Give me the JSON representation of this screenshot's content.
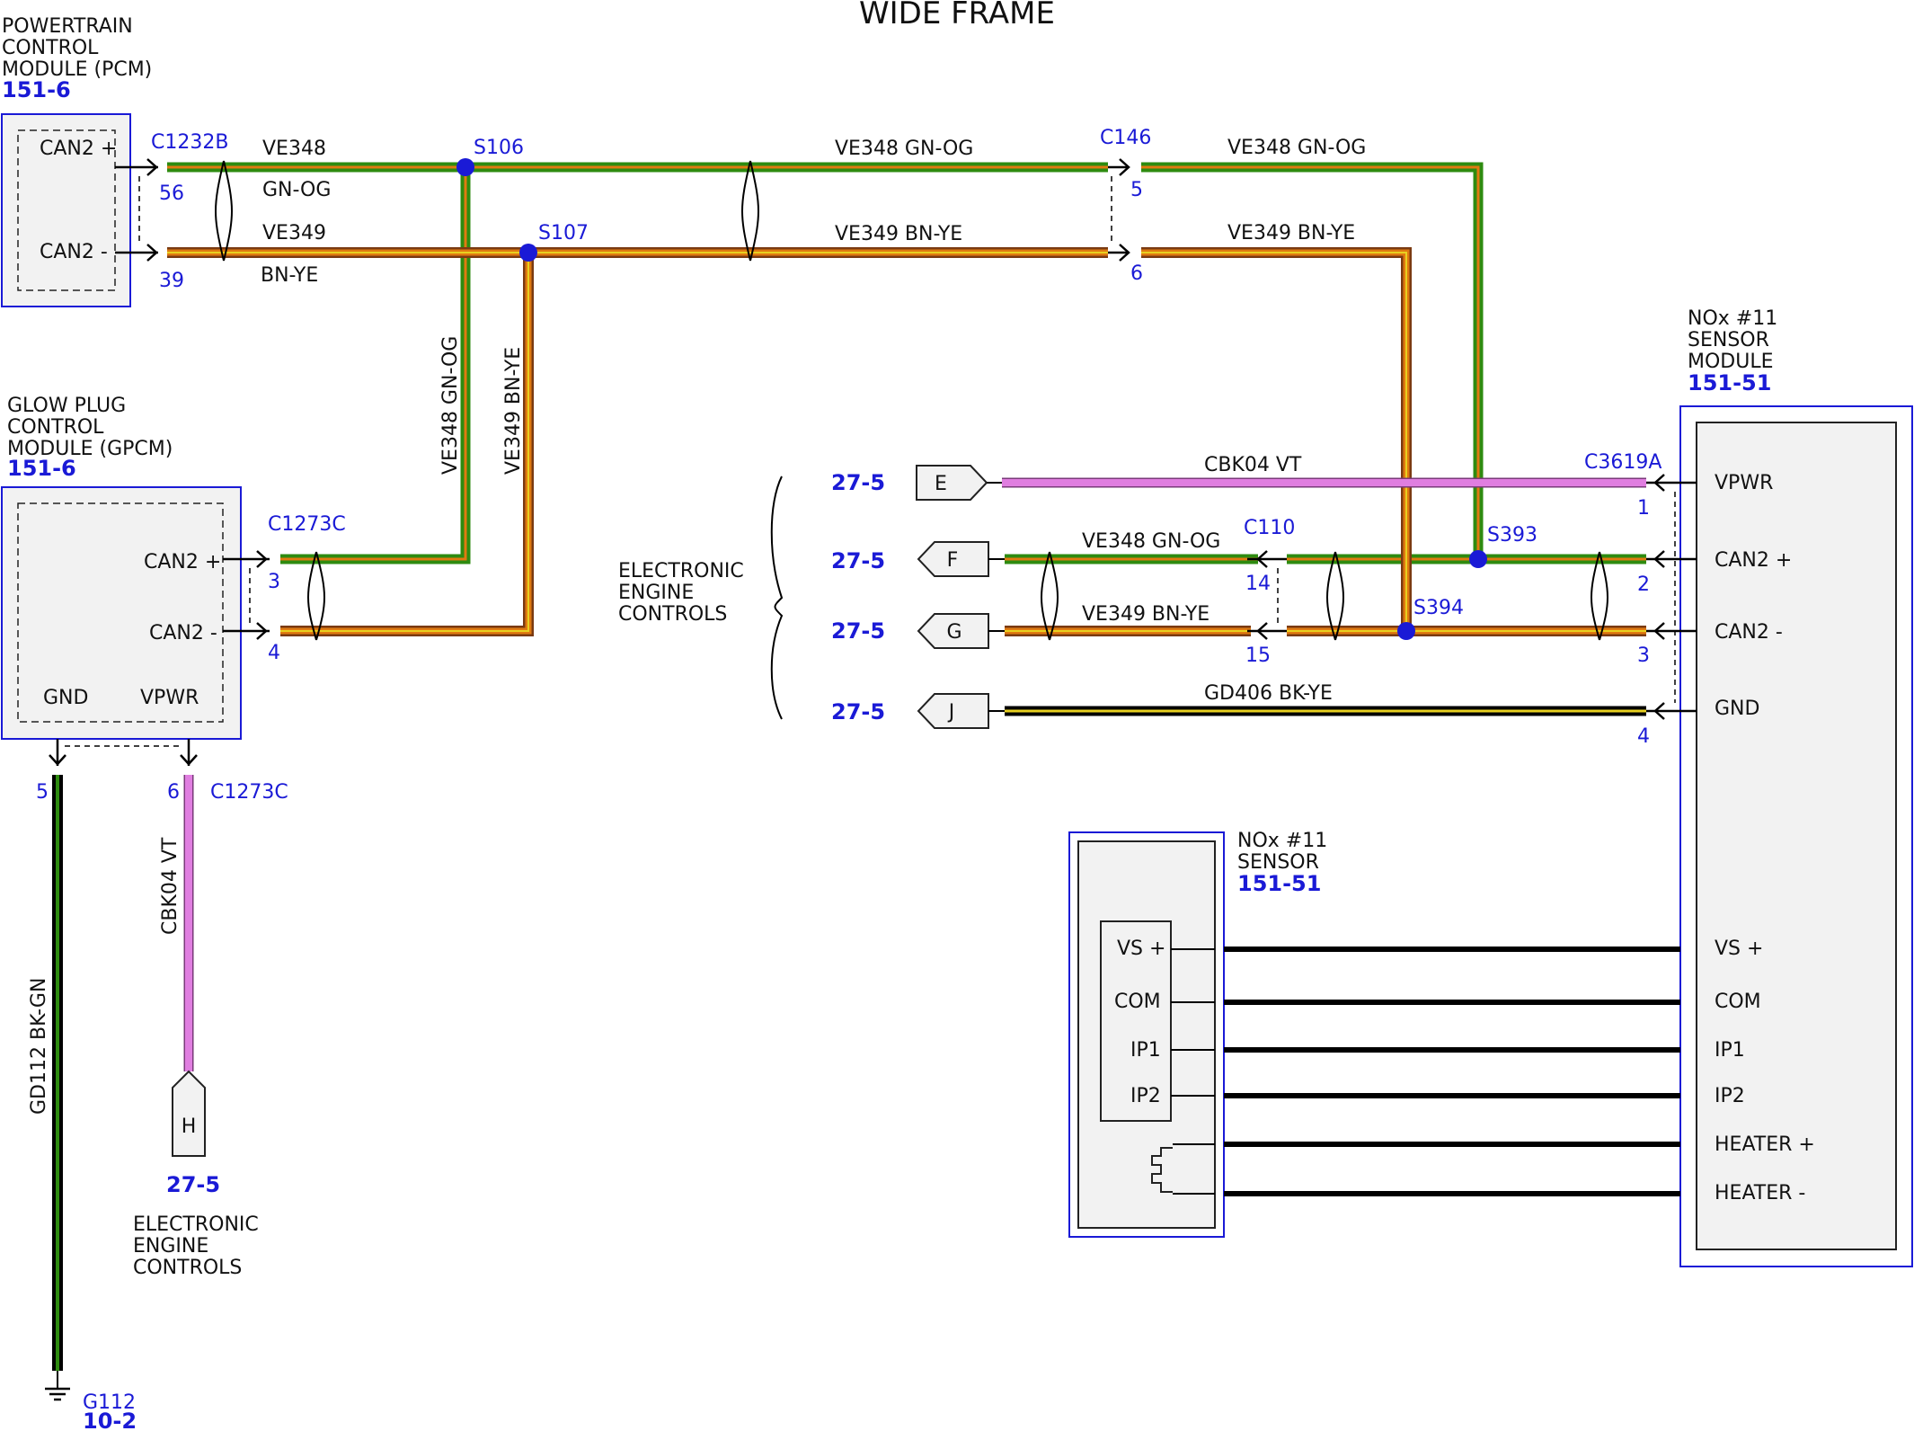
{
  "title": "WIDE FRAME",
  "modules": {
    "pcm": {
      "name_lines": [
        "POWERTRAIN",
        "CONTROL",
        "MODULE (PCM)"
      ],
      "ref": "151-6",
      "pins": [
        "CAN2 +",
        "CAN2 -"
      ]
    },
    "gpcm": {
      "name_lines": [
        "GLOW PLUG",
        "CONTROL",
        "MODULE (GPCM)"
      ],
      "ref": "151-6",
      "pins": [
        "CAN2 +",
        "CAN2 -",
        "GND",
        "VPWR"
      ]
    },
    "nox_module": {
      "name_lines": [
        "NOx #11",
        "SENSOR",
        "MODULE"
      ],
      "ref": "151-51",
      "pins": [
        "VPWR",
        "CAN2 +",
        "CAN2 -",
        "GND",
        "VS +",
        "COM",
        "IP1",
        "IP2",
        "HEATER +",
        "HEATER -"
      ]
    },
    "nox_sensor": {
      "name_lines": [
        "NOx #11",
        "SENSOR"
      ],
      "ref": "151-51",
      "pins": [
        "VS +",
        "COM",
        "IP1",
        "IP2"
      ]
    }
  },
  "connectors": {
    "c1232b": "C1232B",
    "c146": "C146",
    "c1273c": "C1273C",
    "c1273c_b": "C1273C",
    "c3619a": "C3619A",
    "c110": "C110"
  },
  "pin_numbers": {
    "c1232b_56": "56",
    "c1232b_39": "39",
    "c146_5": "5",
    "c146_6": "6",
    "c1273c_3": "3",
    "c1273c_4": "4",
    "c1273c_5": "5",
    "c1273c_6": "6",
    "c3619a_1": "1",
    "c3619a_2": "2",
    "c3619a_3": "3",
    "c3619a_4": "4",
    "c110_14": "14",
    "c110_15": "15"
  },
  "splices": {
    "s106": "S106",
    "s107": "S107",
    "s393": "S393",
    "s394": "S394"
  },
  "wire_labels": {
    "ve348": "VE348",
    "gnog": "GN-OG",
    "ve349": "VE349",
    "bnye": "BN-YE",
    "ve348_gnog": "VE348  GN-OG",
    "ve349_bnye": "VE349  BN-YE",
    "cbk04_vt": "CBK04  VT",
    "gd406": "GD406 BK-YE",
    "gd112": "GD112  BK-GN"
  },
  "refs": {
    "e": {
      "letter": "E",
      "page": "27-5"
    },
    "f": {
      "letter": "F",
      "page": "27-5"
    },
    "g": {
      "letter": "G",
      "page": "27-5"
    },
    "j": {
      "letter": "J",
      "page": "27-5"
    },
    "h": {
      "letter": "H",
      "page": "27-5"
    },
    "eec_lines": [
      "ELECTRONIC",
      "ENGINE",
      "CONTROLS"
    ],
    "eec2_lines": [
      "ELECTRONIC",
      "ENGINE",
      "CONTROLS"
    ]
  },
  "ground": {
    "name": "G112",
    "ref": "10-2"
  },
  "colors": {
    "green": "#2e8b10",
    "orange": "#e07a10",
    "brown": "#7a3a12",
    "yellow": "#e8d020",
    "violet": "#e07ee0",
    "black": "#000000",
    "blue": "#1a1ad6",
    "box_fill": "#f2f2f2"
  }
}
